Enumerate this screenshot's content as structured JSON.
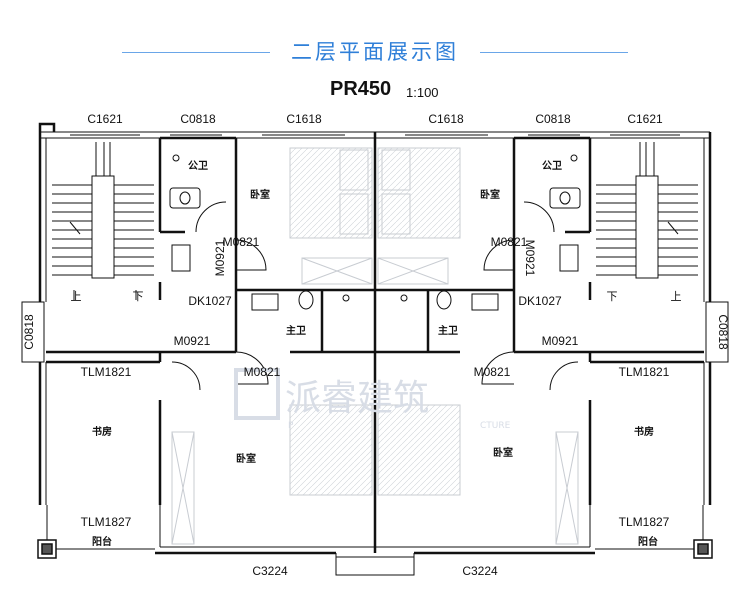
{
  "header": {
    "title": "二层平面展示图",
    "plan_code": "PR450",
    "scale": "1:100",
    "accent_color": "#2f7fd8"
  },
  "watermark": {
    "cn": "派睿建筑",
    "en_left": "P",
    "en_right": "CTURE"
  },
  "windows": {
    "c1621": "C1621",
    "c0818": "C0818",
    "c1618": "C1618",
    "c3224": "C3224",
    "tlm1821": "TLM1821",
    "tlm1827": "TLM1827"
  },
  "doors": {
    "m0821": "M0821",
    "m0921": "M0921",
    "dk1027": "DK1027"
  },
  "rooms": {
    "toilet": "公卫",
    "bedroom": "卧室",
    "master_bath": "主卫",
    "study": "书房",
    "balcony": "阳台"
  },
  "stairs": {
    "up": "上",
    "down": "下"
  }
}
